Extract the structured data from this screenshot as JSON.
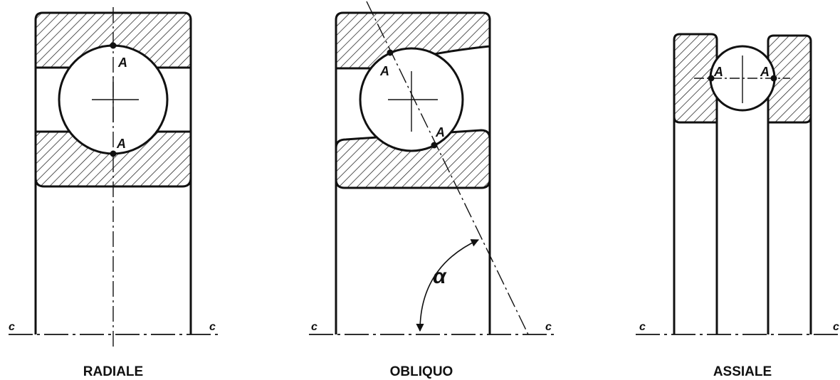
{
  "diagram": {
    "captions": {
      "radial": "RADIALE",
      "oblique": "OBLIQUO",
      "axial": "ASSIALE"
    },
    "contact_point_label": "A",
    "axis_label": "c",
    "angle_label": "α",
    "colors": {
      "ink": "#111111",
      "background": "#ffffff"
    }
  }
}
